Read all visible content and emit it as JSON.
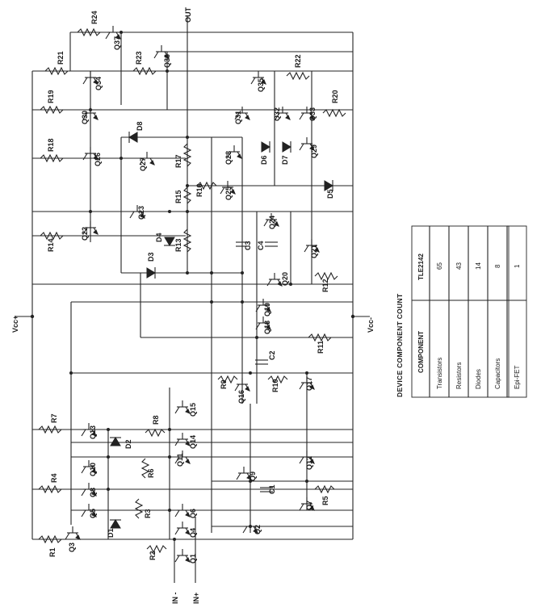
{
  "diagram": {
    "pins": {
      "out": "OUT",
      "in_minus": "IN -",
      "in_plus": "IN+",
      "vcc_plus": "Vcc+",
      "vcc_minus": "Vcc-"
    },
    "transistors": [
      "Q1",
      "Q2",
      "Q3",
      "Q4",
      "Q5",
      "Q6",
      "Q7",
      "Q8",
      "Q9",
      "Q10",
      "Q11",
      "Q12",
      "Q13",
      "Q14",
      "Q15",
      "Q16",
      "Q17",
      "Q18",
      "Q19",
      "Q20",
      "Q21",
      "Q22",
      "Q23",
      "Q24",
      "Q25",
      "Q26",
      "Q27",
      "Q28",
      "Q29",
      "Q30",
      "Q31",
      "Q32",
      "Q33",
      "Q34",
      "Q35",
      "Q36",
      "Q37"
    ],
    "resistors": [
      "R1",
      "R2",
      "R3",
      "R4",
      "R5",
      "R6",
      "R7",
      "R8",
      "R9",
      "R10",
      "R11",
      "R12",
      "R13",
      "R14",
      "R15",
      "R16",
      "R17",
      "R18",
      "R19",
      "R20",
      "R21",
      "R22",
      "R23",
      "R24"
    ],
    "diodes": [
      "D1",
      "D2",
      "D3",
      "D4",
      "D5",
      "D6",
      "D7",
      "D8"
    ],
    "capacitors": [
      "C1",
      "C2",
      "C3",
      "C4"
    ]
  },
  "component_table": {
    "title": "DEVICE COMPONENT COUNT",
    "header": [
      "COMPONENT",
      "TLE2142"
    ],
    "rows": [
      [
        "Transistors",
        "65"
      ],
      [
        "Resistors",
        "43"
      ],
      [
        "Diodes",
        "14"
      ],
      [
        "Capacitors",
        "8"
      ],
      [
        "Epi-FET",
        "1"
      ]
    ]
  }
}
